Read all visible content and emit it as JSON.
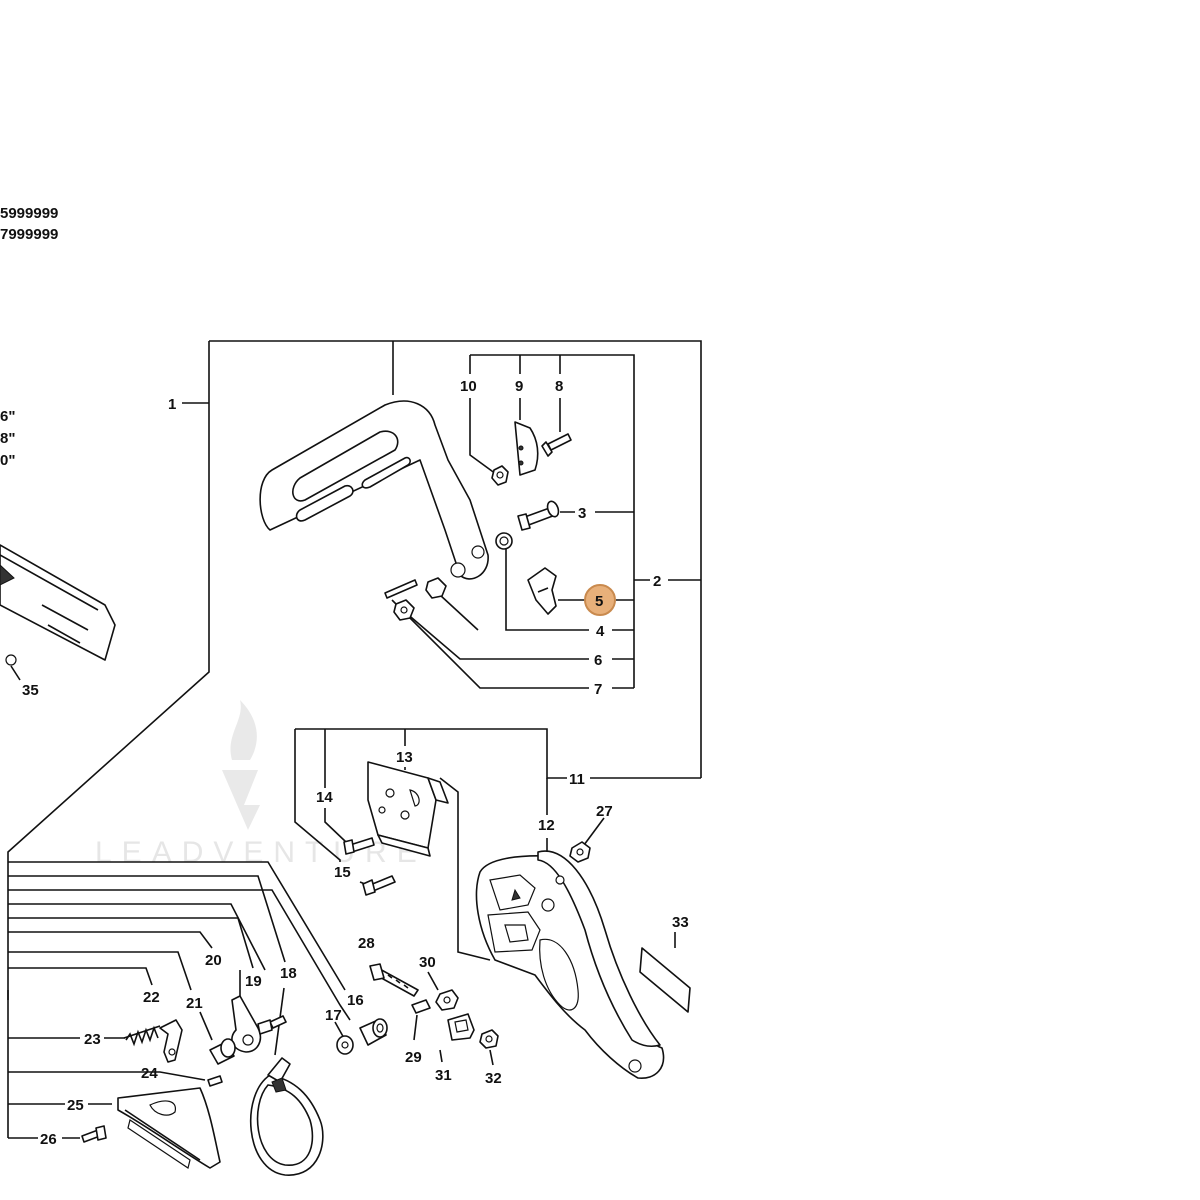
{
  "header": {
    "serial_lines": [
      "5999999",
      "7999999"
    ],
    "bar_sizes": [
      "6\"",
      "8\"",
      "0\""
    ]
  },
  "watermark": "LEADVENTURE",
  "highlight": {
    "label": "5",
    "color": "#e8b07a",
    "border": "#c98a4e"
  },
  "callouts": {
    "c1": "1",
    "c2": "2",
    "c3": "3",
    "c4": "4",
    "c5": "5",
    "c6": "6",
    "c7": "7",
    "c8": "8",
    "c9": "9",
    "c10": "10",
    "c11": "11",
    "c12": "12",
    "c13": "13",
    "c14": "14",
    "c15": "15",
    "c16": "16",
    "c17": "17",
    "c18": "18",
    "c19": "19",
    "c20": "20",
    "c21": "21",
    "c22": "22",
    "c23": "23",
    "c24": "24",
    "c25": "25",
    "c26": "26",
    "c27": "27",
    "c28": "28",
    "c29": "29",
    "c30": "30",
    "c31": "31",
    "c32": "32",
    "c33": "33",
    "c35": "35"
  }
}
